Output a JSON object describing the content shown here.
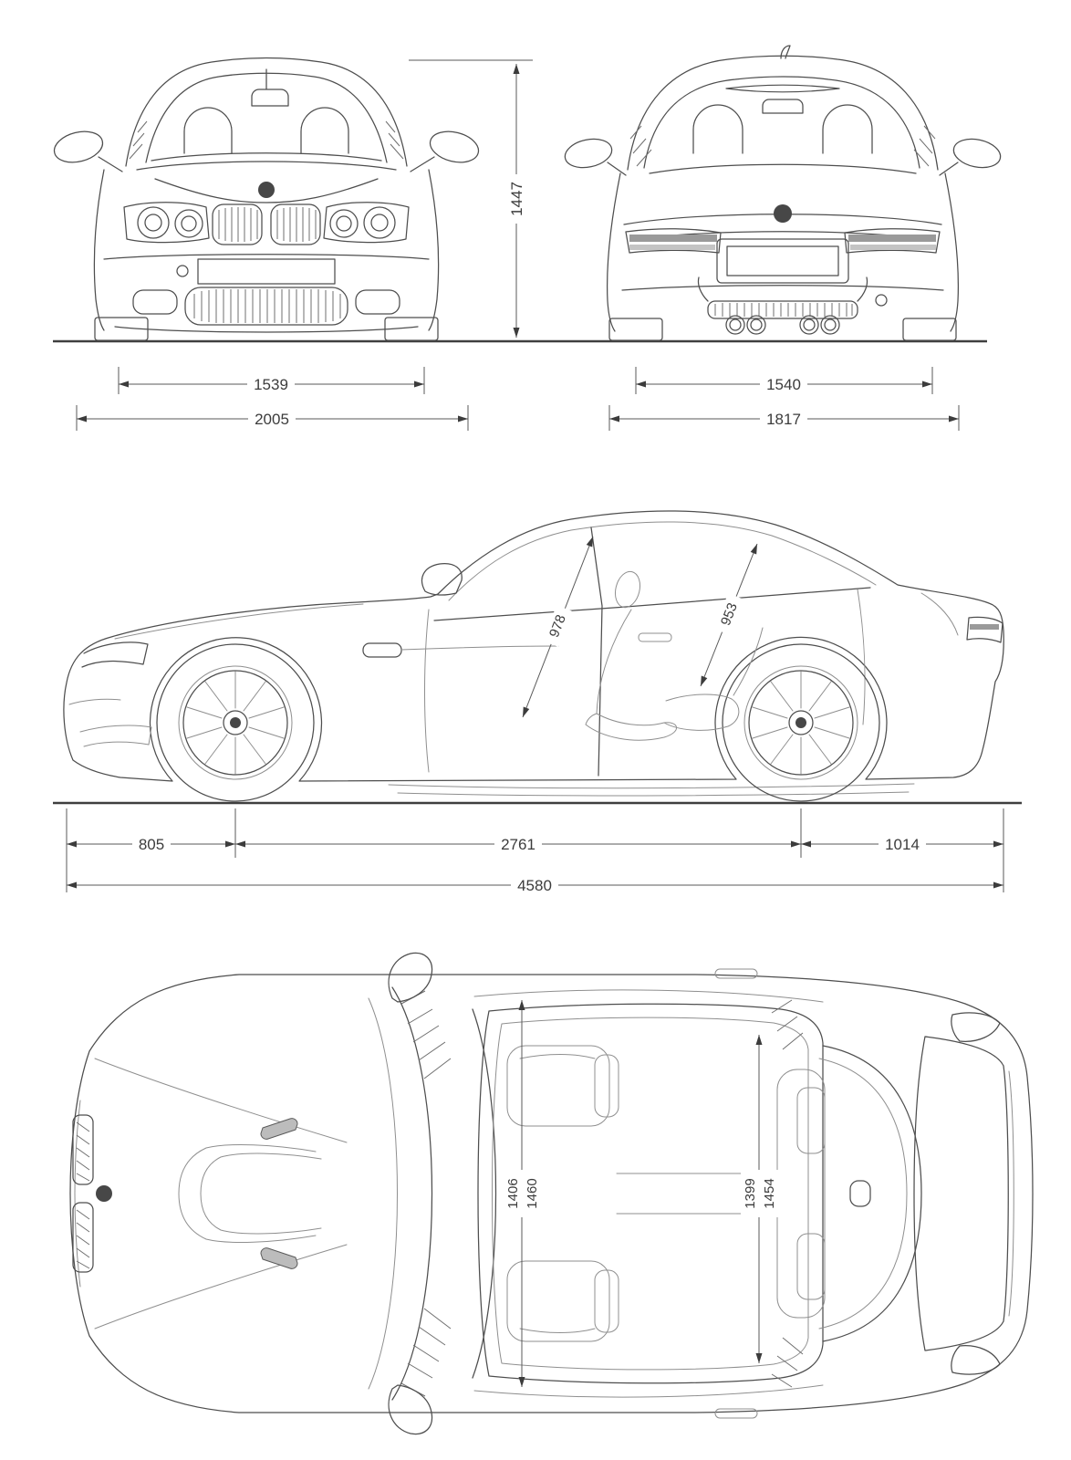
{
  "colors": {
    "background": "#ffffff",
    "outline": "#4e4e4e",
    "light_line": "#8f8f8f",
    "dimension_line": "#5a5a5a",
    "dimension_text": "#3c3c3c",
    "shading": "#9a9a9a"
  },
  "views": {
    "front": {
      "overall_height_mm": "1447",
      "front_track_mm": "1539",
      "overall_width_mirrors_mm": "2005"
    },
    "rear": {
      "rear_track_mm": "1540",
      "body_width_mm": "1817"
    },
    "side": {
      "front_overhang_mm": "805",
      "wheelbase_mm": "2761",
      "rear_overhang_mm": "1014",
      "overall_length_mm": "4580",
      "front_interior_height_mm": "978",
      "rear_interior_height_mm": "953"
    },
    "top": {
      "front_shoulder_width_mm": "1406",
      "front_elbow_width_mm": "1460",
      "rear_shoulder_width_mm": "1399",
      "rear_elbow_width_mm": "1454"
    }
  }
}
